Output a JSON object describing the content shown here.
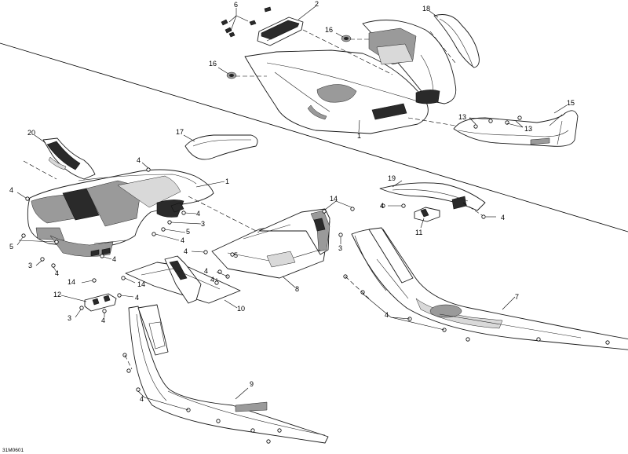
{
  "drawing_code": "31M0601",
  "callouts": {
    "c1_top": "1",
    "c2": "2",
    "c6": "6",
    "c16_a": "16",
    "c16_b": "16",
    "c18": "18",
    "c15": "15",
    "c13_a": "13",
    "c13_b": "13",
    "c20": "20",
    "c17": "17",
    "c1_mid": "1",
    "c4_a": "4",
    "c4_b": "4",
    "c4_c": "4",
    "c4_d": "4",
    "c4_e": "4",
    "c4_f": "4",
    "c4_g": "4",
    "c4_h": "4",
    "c4_i": "4",
    "c4_j": "4",
    "c4_k": "4",
    "c4_l": "4",
    "c4_m": "4",
    "c4_n": "4",
    "c4_o": "4",
    "c3_a": "3",
    "c3_b": "3",
    "c3_c": "3",
    "c3_d": "3",
    "c5_a": "5",
    "c5_b": "5",
    "c5_c": "5",
    "c14_a": "14",
    "c14_b": "14",
    "c14_c": "14",
    "c12": "12",
    "c10": "10",
    "c8": "8",
    "c19": "19",
    "c11": "11",
    "c7": "7",
    "c9": "9"
  }
}
